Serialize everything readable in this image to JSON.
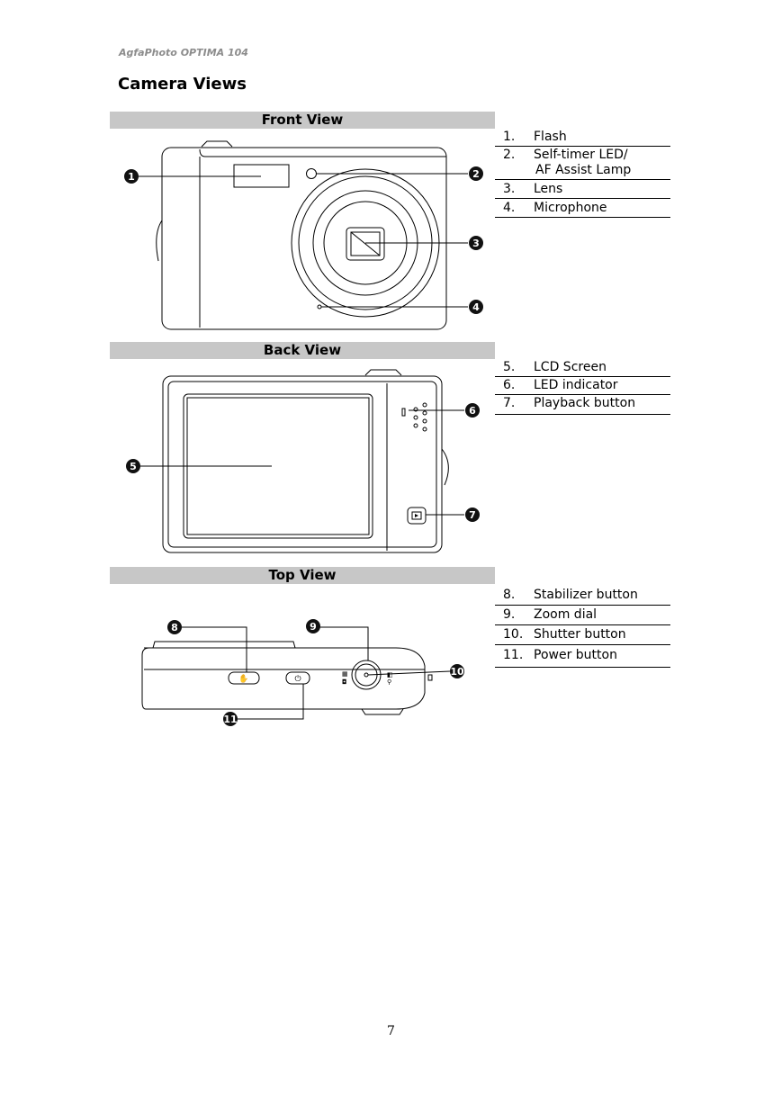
{
  "header": {
    "brand": "AgfaPhoto OPTIMA 104"
  },
  "page_title": "Camera Views",
  "sections": {
    "front": {
      "title": "Front View",
      "items": [
        {
          "num": "1.",
          "label": "Flash"
        },
        {
          "num": "2.",
          "label": "Self-timer LED/",
          "label2": "AF Assist Lamp"
        },
        {
          "num": "3.",
          "label": "Lens"
        },
        {
          "num": "4.",
          "label": "Microphone"
        }
      ],
      "callouts": [
        "1",
        "2",
        "3",
        "4"
      ]
    },
    "back": {
      "title": "Back View",
      "items": [
        {
          "num": "5.",
          "label": "LCD Screen"
        },
        {
          "num": "6.",
          "label": "LED indicator"
        },
        {
          "num": "7.",
          "label": "Playback button"
        }
      ],
      "callouts": [
        "5",
        "6",
        "7"
      ]
    },
    "top": {
      "title": "Top View",
      "items": [
        {
          "num": "8.",
          "label": "Stabilizer button"
        },
        {
          "num": "9.",
          "label": "Zoom dial"
        },
        {
          "num": "10.",
          "label": "Shutter button"
        },
        {
          "num": "11.",
          "label": "Power button"
        }
      ],
      "callouts": [
        "8",
        "9",
        "10",
        "11"
      ]
    }
  },
  "page_number": "7"
}
